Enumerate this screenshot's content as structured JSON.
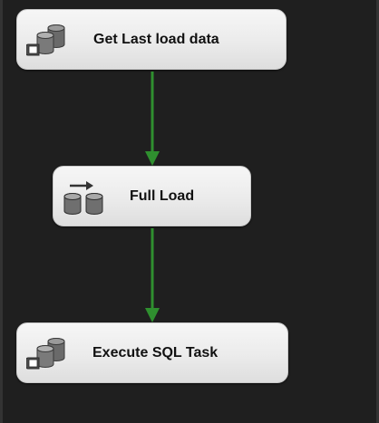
{
  "flow": {
    "tasks": [
      {
        "label": "Get Last load data",
        "icon": "execute-sql-icon"
      },
      {
        "label": "Full Load",
        "icon": "data-flow-icon"
      },
      {
        "label": "Execute SQL Task",
        "icon": "execute-sql-icon"
      }
    ],
    "precedence_constraint_color": "#2f8f2f",
    "canvas_background": "#1f1f1f"
  }
}
